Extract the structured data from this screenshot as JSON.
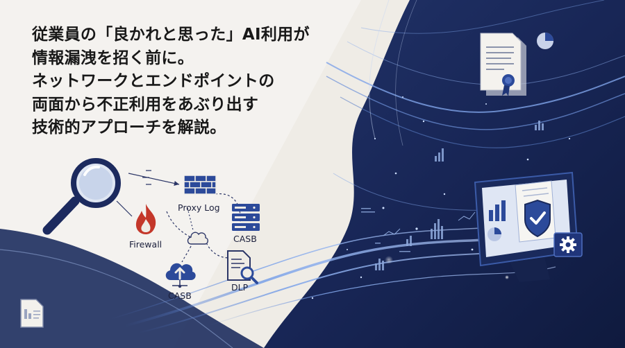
{
  "headline": {
    "lines": [
      "従業員の「良かれと思った」AI利用が",
      "情報漏洩を招く前に。",
      "ネットワークとエンドポイントの",
      "両面から不正利用をあぶり出す",
      "技術的アプローチを解説。"
    ]
  },
  "diagram": {
    "firewall": "Firewall",
    "proxy_log": "Proxy Log",
    "casb_server": "CASB",
    "casb_cloud": "CASB",
    "dlp": "DLP"
  },
  "colors": {
    "navy": "#172450",
    "accent_blue": "#2c4a9a",
    "paper": "#efece6",
    "firewall_red": "#c4372a"
  },
  "icons": [
    "magnifier-icon",
    "brick-wall-icon",
    "firewall-flame-icon",
    "server-stack-icon",
    "cloud-hub-icon",
    "cloud-upload-icon",
    "document-search-icon",
    "document-icon",
    "certificate-document-icon",
    "pie-chart-icon",
    "bar-chart-icon",
    "monitor-icon",
    "shield-check-icon",
    "gear-icon"
  ]
}
